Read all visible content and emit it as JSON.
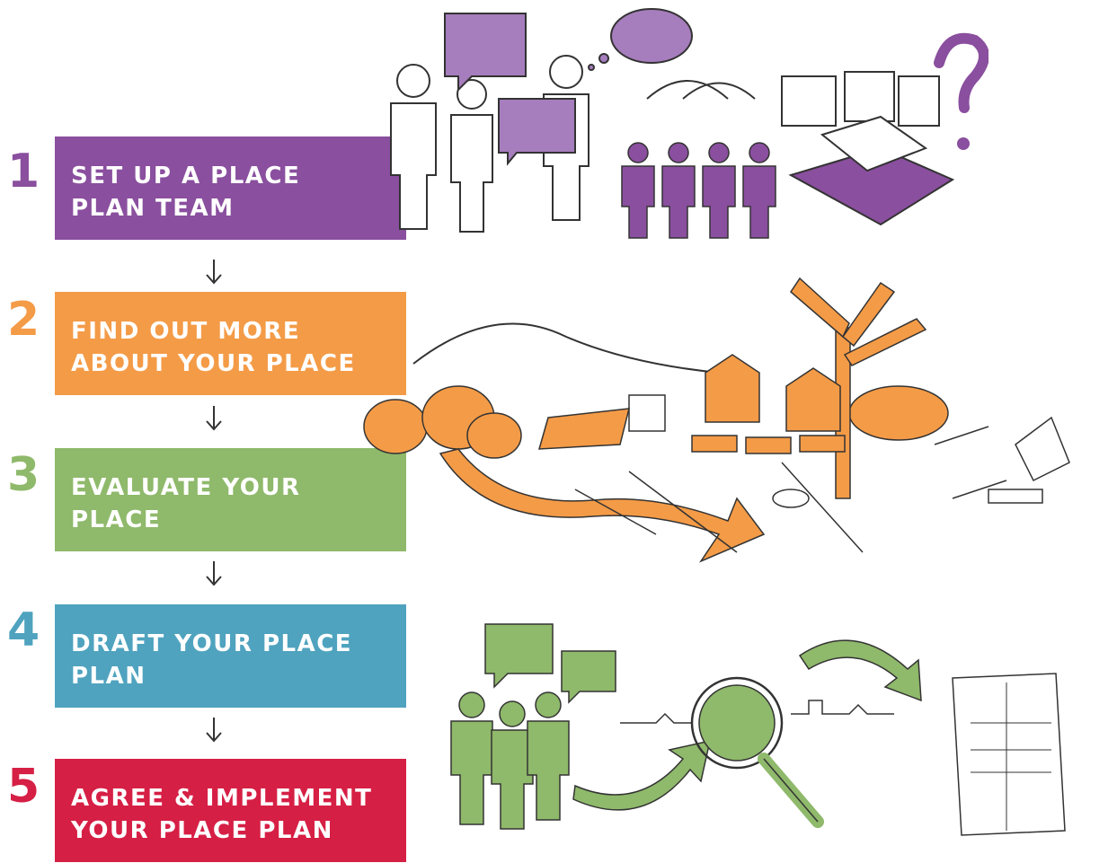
{
  "steps": [
    {
      "number": "1",
      "label": "SET UP A PLACE PLAN TEAM",
      "color": "#8a4f9e"
    },
    {
      "number": "2",
      "label": "FIND OUT MORE ABOUT YOUR PLACE",
      "color": "#f49b47"
    },
    {
      "number": "3",
      "label": "EVALUATE YOUR PLACE",
      "color": "#8fb96b"
    },
    {
      "number": "4",
      "label": "DRAFT YOUR PLACE PLAN",
      "color": "#4fa3bf"
    },
    {
      "number": "5",
      "label": "AGREE & IMPLEMENT YOUR PLACE PLAN",
      "color": "#d61f45"
    }
  ],
  "illustrations": {
    "top": "community-discussion-sketch",
    "middle": "town-place-sketch",
    "bottom": "evaluate-and-plan-sketch"
  }
}
